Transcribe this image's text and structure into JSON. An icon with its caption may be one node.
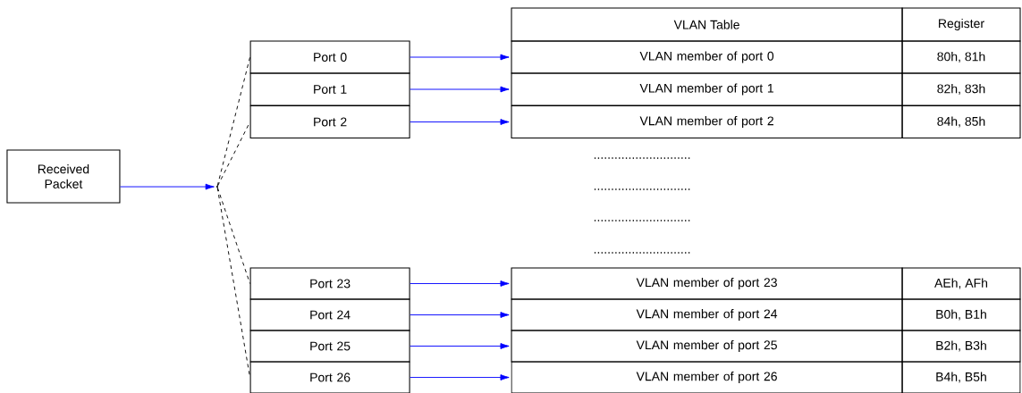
{
  "diagram": {
    "nodes": [
      {
        "text": [
          "Received Packet"
        ]
      },
      {
        "text": [],
        "shape": "dot"
      },
      {
        "text": [
          "Port 0"
        ]
      },
      {
        "text": [
          "Port 1"
        ]
      },
      {
        "text": [
          "Port 2"
        ]
      },
      {
        "text": [
          "Port 23"
        ]
      },
      {
        "text": [
          "Port 24"
        ]
      },
      {
        "text": [
          "Port 25"
        ]
      },
      {
        "text": [
          "Port 26"
        ]
      },
      {
        "text": [
          "VLAN member of port 0"
        ]
      },
      {
        "text": [
          "VLAN member of port 1"
        ]
      },
      {
        "text": [
          "VLAN member of port 2"
        ]
      },
      {
        "text": [
          "VLAN member of port 23"
        ]
      },
      {
        "text": [
          "VLAN member of port 24"
        ]
      },
      {
        "text": [
          "VLAN member of port 25"
        ]
      },
      {
        "text": [
          "VLAN member of port 26"
        ]
      }
    ],
    "edges": [
      {
        "from": 0,
        "to": 1,
        "arrow": "to"
      },
      {
        "from": 1,
        "to": 2,
        "arrow": "none",
        "style": "dashed",
        "color": "#000000"
      },
      {
        "from": 1,
        "to": 4,
        "arrow": "none",
        "style": "dashed",
        "color": "#000000"
      },
      {
        "from": 1,
        "to": 5,
        "arrow": "none",
        "style": "dashed",
        "color": "#000000"
      },
      {
        "from": 1,
        "to": 8,
        "arrow": "none",
        "style": "dashed",
        "color": "#000000"
      },
      {
        "from": 2,
        "to": 9,
        "arrow": "to"
      },
      {
        "from": 3,
        "to": 10,
        "arrow": "to"
      },
      {
        "from": 4,
        "to": 11,
        "arrow": "to"
      },
      {
        "from": 5,
        "to": 12,
        "arrow": "to"
      },
      {
        "from": 6,
        "to": 13,
        "arrow": "to"
      },
      {
        "from": 7,
        "to": 14,
        "arrow": "to"
      },
      {
        "from": 8,
        "to": 15,
        "arrow": "to"
      }
    ],
    "labels": [
      "VLAN Table",
      "Register",
      "80h, 81h",
      "82h, 83h",
      "84h, 85h",
      "............................",
      "............................",
      "............................",
      "............................",
      "AEh, AFh",
      "B0h, B1h",
      "B2h, B3h",
      "B4h, B5h"
    ]
  }
}
